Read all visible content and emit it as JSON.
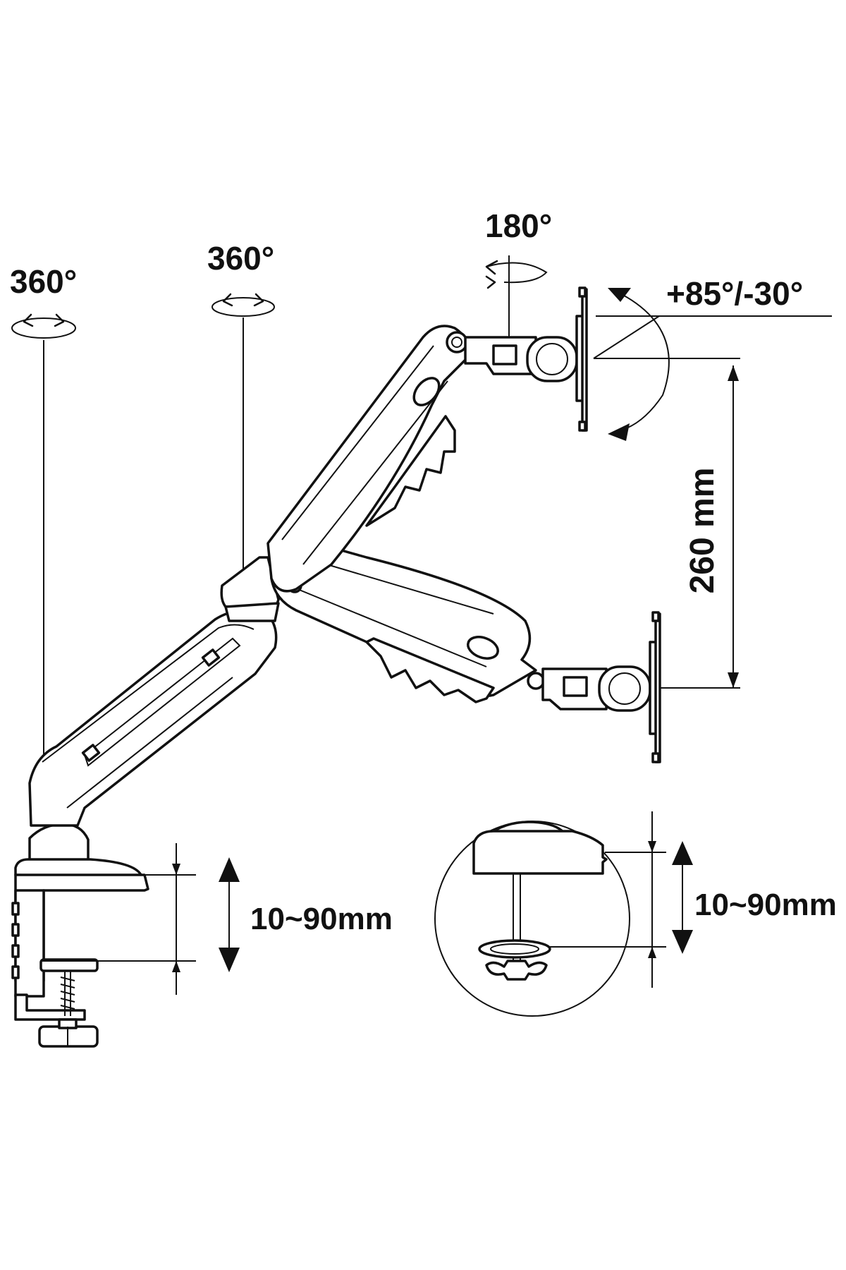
{
  "labels": {
    "base_rotation": "360°",
    "arm_rotation": "360°",
    "swivel_rotation": "180°",
    "tilt_range": "+85°/-30°",
    "height_range": "260 mm",
    "clamp_range": "10~90mm",
    "grommet_range": "10~90mm"
  },
  "colors": {
    "line": "#111111",
    "background": "#ffffff"
  }
}
